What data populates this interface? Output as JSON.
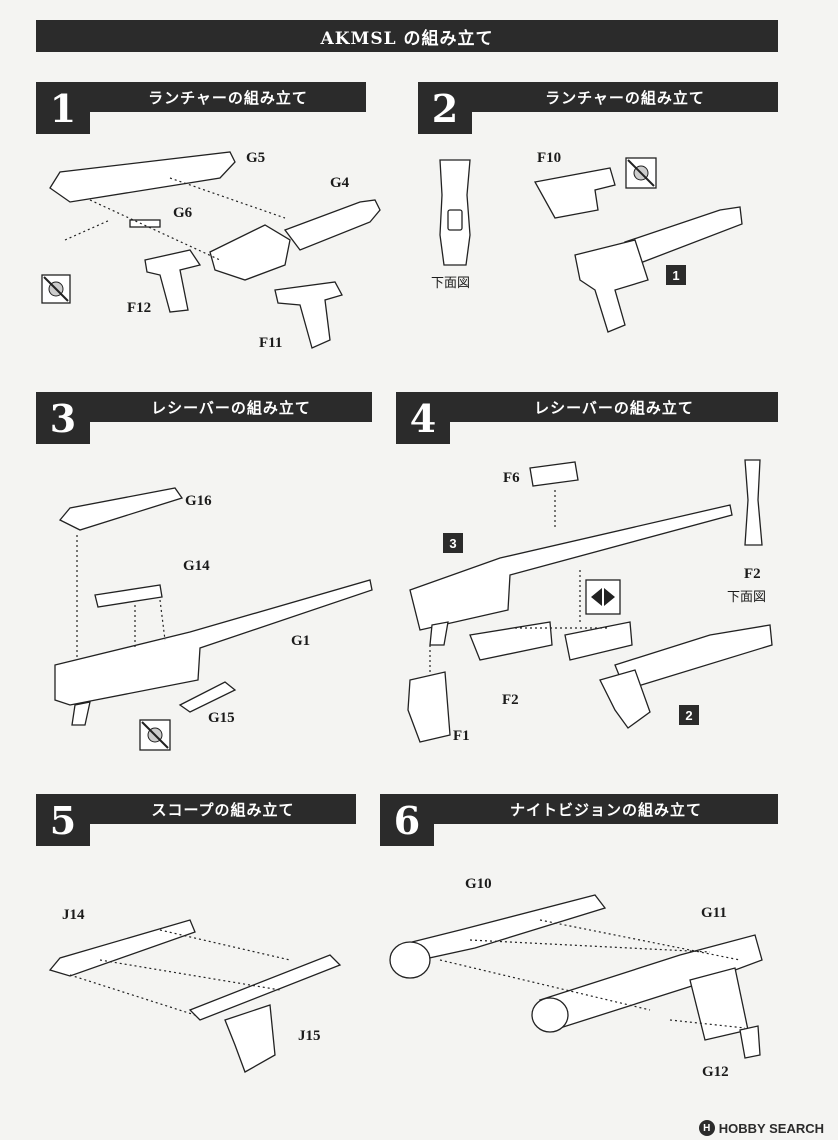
{
  "title": "AKMSL の組み立て",
  "steps": [
    {
      "number": "1",
      "heading": "ランチャーの組み立て"
    },
    {
      "number": "2",
      "heading": "ランチャーの組み立て"
    },
    {
      "number": "3",
      "heading": "レシーバーの組み立て"
    },
    {
      "number": "4",
      "heading": "レシーバーの組み立て"
    },
    {
      "number": "5",
      "heading": "スコープの組み立て"
    },
    {
      "number": "6",
      "heading": "ナイトビジョンの組み立て"
    }
  ],
  "labels": {
    "G5": "G5",
    "G4": "G4",
    "G6": "G6",
    "F12": "F12",
    "F11": "F11",
    "F10": "F10",
    "bottom_view": "下面図",
    "G16": "G16",
    "G14": "G14",
    "G1": "G1",
    "G15": "G15",
    "F6": "F6",
    "F2a": "F2",
    "F2b": "F2",
    "F1": "F1",
    "J14": "J14",
    "J15": "J15",
    "G10": "G10",
    "G11": "G11",
    "G12": "G12"
  },
  "refs": {
    "r1": "1",
    "r2": "2",
    "r3": "3"
  },
  "icons": {
    "no_glue": "no-glue-icon",
    "flip": "flip-arrows-icon"
  },
  "footer": {
    "brand": "HOBBY SEARCH",
    "mark": "H"
  }
}
